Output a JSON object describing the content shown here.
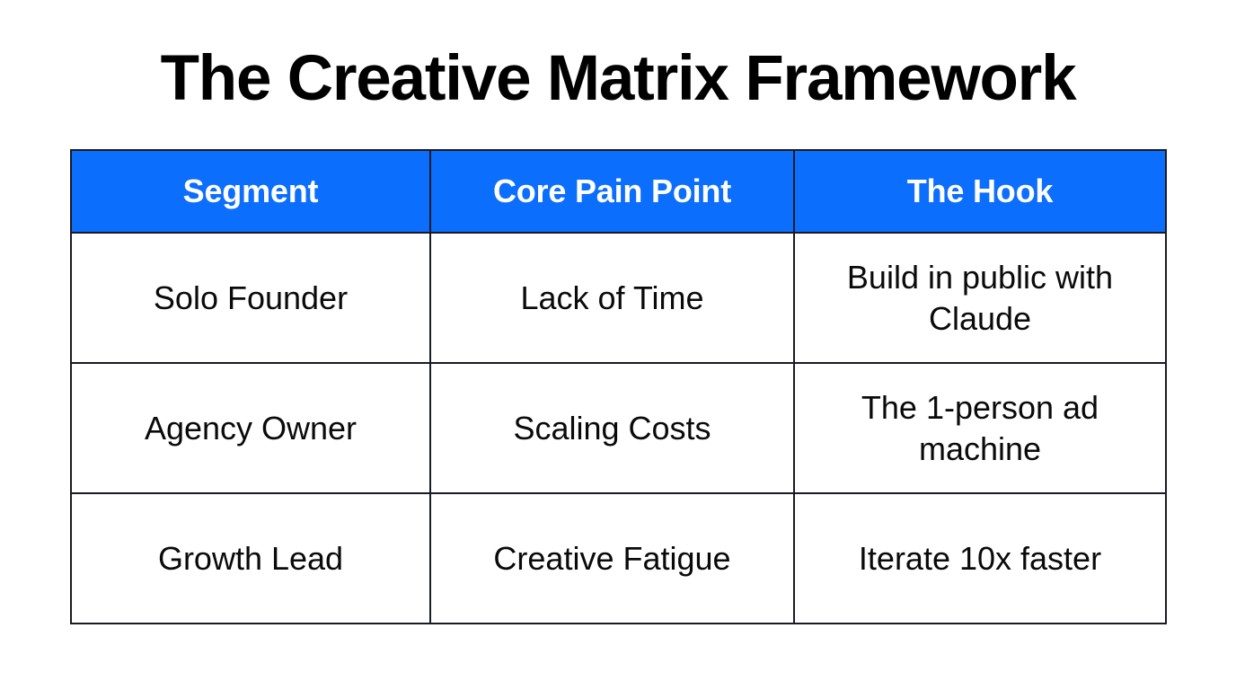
{
  "slide": {
    "title": "The Creative Matrix Framework",
    "background_color": "#ffffff",
    "title_color": "#000000"
  },
  "table": {
    "header_background_color": "#0b6efd",
    "header_text_color": "#ffffff",
    "body_text_color": "#0a0a0a",
    "border_color": "#191a24",
    "columns": [
      {
        "key": "segment",
        "label": "Segment"
      },
      {
        "key": "pain_point",
        "label": "Core Pain Point"
      },
      {
        "key": "hook",
        "label": "The Hook"
      }
    ],
    "rows": [
      {
        "segment": "Solo Founder",
        "pain_point": "Lack of Time",
        "hook": "Build in public with Claude"
      },
      {
        "segment": "Agency Owner",
        "pain_point": "Scaling Costs",
        "hook": "The 1-person ad machine"
      },
      {
        "segment": "Growth Lead",
        "pain_point": "Creative Fatigue",
        "hook": "Iterate 10x faster"
      }
    ]
  }
}
